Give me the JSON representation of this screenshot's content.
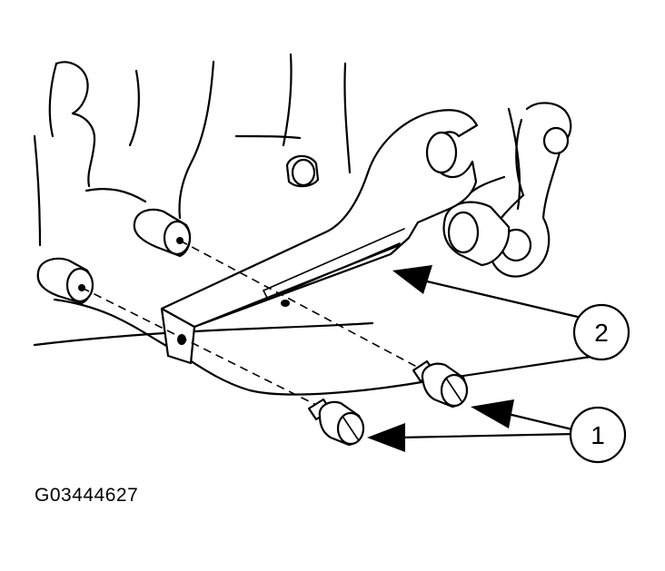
{
  "figure": {
    "id": "G03444627"
  },
  "callouts": [
    {
      "label": "2",
      "part": "bracket"
    },
    {
      "label": "1",
      "part": "bolts"
    }
  ],
  "colors": {
    "ink": "#000000",
    "paper": "#ffffff"
  }
}
